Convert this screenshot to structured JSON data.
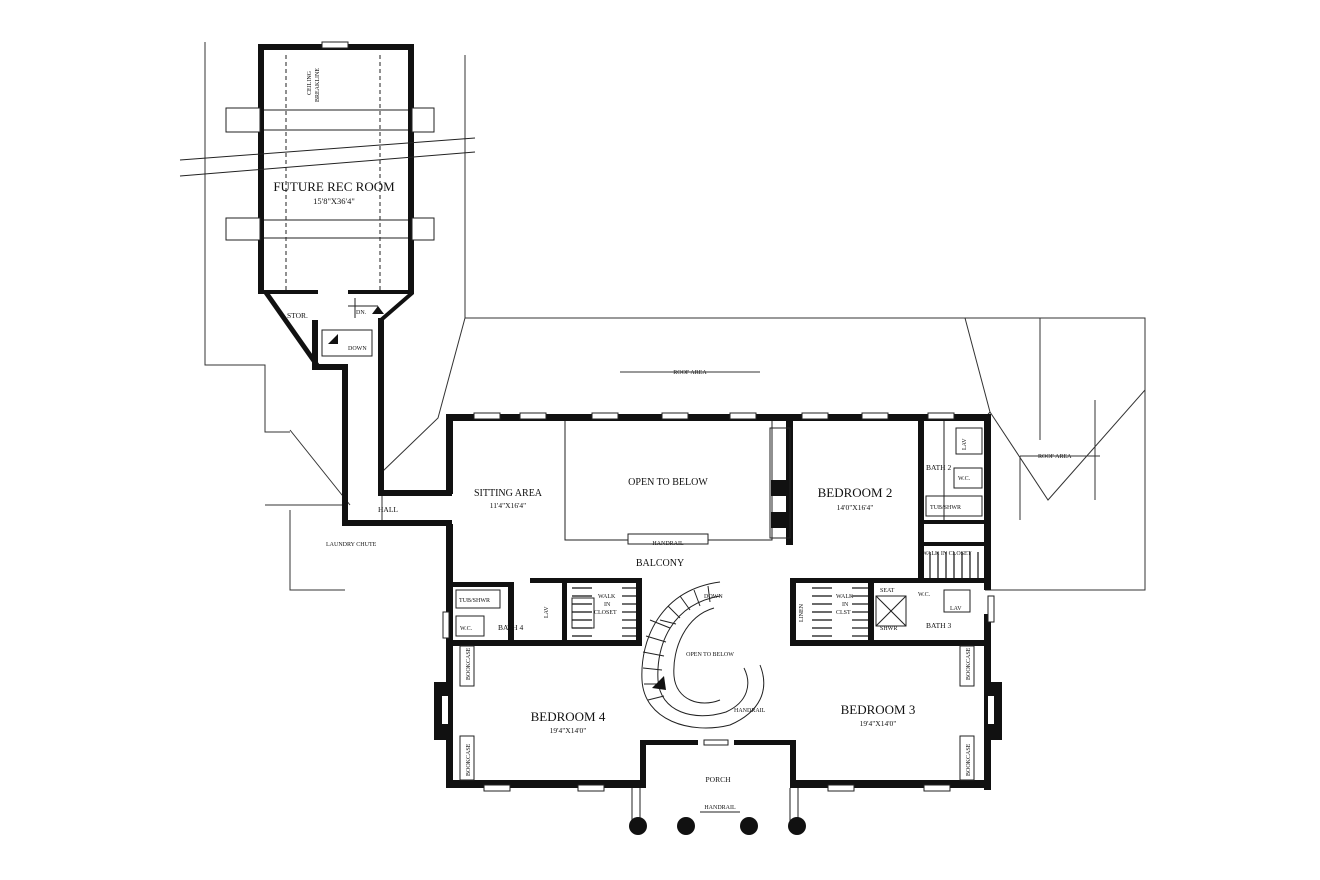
{
  "rooms": {
    "future_rec": {
      "name": "FUTURE REC ROOM",
      "dims": "15'8\"X36'4\""
    },
    "sitting": {
      "name": "SITTING AREA",
      "dims": "11'4\"X16'4\""
    },
    "bedroom2": {
      "name": "BEDROOM 2",
      "dims": "14'0\"X16'4\""
    },
    "bedroom3": {
      "name": "BEDROOM 3",
      "dims": "19'4\"X14'0\""
    },
    "bedroom4": {
      "name": "BEDROOM 4",
      "dims": "19'4\"X14'0\""
    }
  },
  "labels": {
    "ceiling_breakline_1": "CEILING",
    "ceiling_breakline_2": "BREAKLINE",
    "stor": "STOR.",
    "dn": "DN.",
    "down_small": "DOWN",
    "roof_area_center": "ROOF AREA",
    "roof_area_right": "ROOF AREA",
    "hall": "HALL",
    "laundry": "LAUNDRY CHUTE",
    "open_below_top": "OPEN TO BELOW",
    "handrail_top": "HANDRAIL",
    "balcony": "BALCONY",
    "down_stair": "DOWN",
    "open_below_stair": "OPEN TO BELOW",
    "handrail_stair": "HANDRAIL",
    "porch": "PORCH",
    "handrail_porch": "HANDRAIL",
    "bath2": "BATH 2",
    "lav_b2": "LAV",
    "wc_b2": "W.C.",
    "tubshwr_b2": "TUB/SHWR",
    "wic_b2": "WALK IN CLOSET",
    "bath4": "BATH 4",
    "tubshwr_b4": "TUB/SHWR",
    "wc_b4": "W.C.",
    "lav_b4": "LAV",
    "wic4_1": "WALK",
    "wic4_2": "IN",
    "wic4_3": "CLOSET",
    "linen": "LINEN",
    "wic3_1": "WALK",
    "wic3_2": "IN",
    "wic3_3": "CLST",
    "seat": "SEAT",
    "shwr": "SHWR",
    "wc_b3": "W.C.",
    "lav_b3": "LAV",
    "bath3": "BATH 3",
    "bookcase": "BOOKCASE"
  }
}
